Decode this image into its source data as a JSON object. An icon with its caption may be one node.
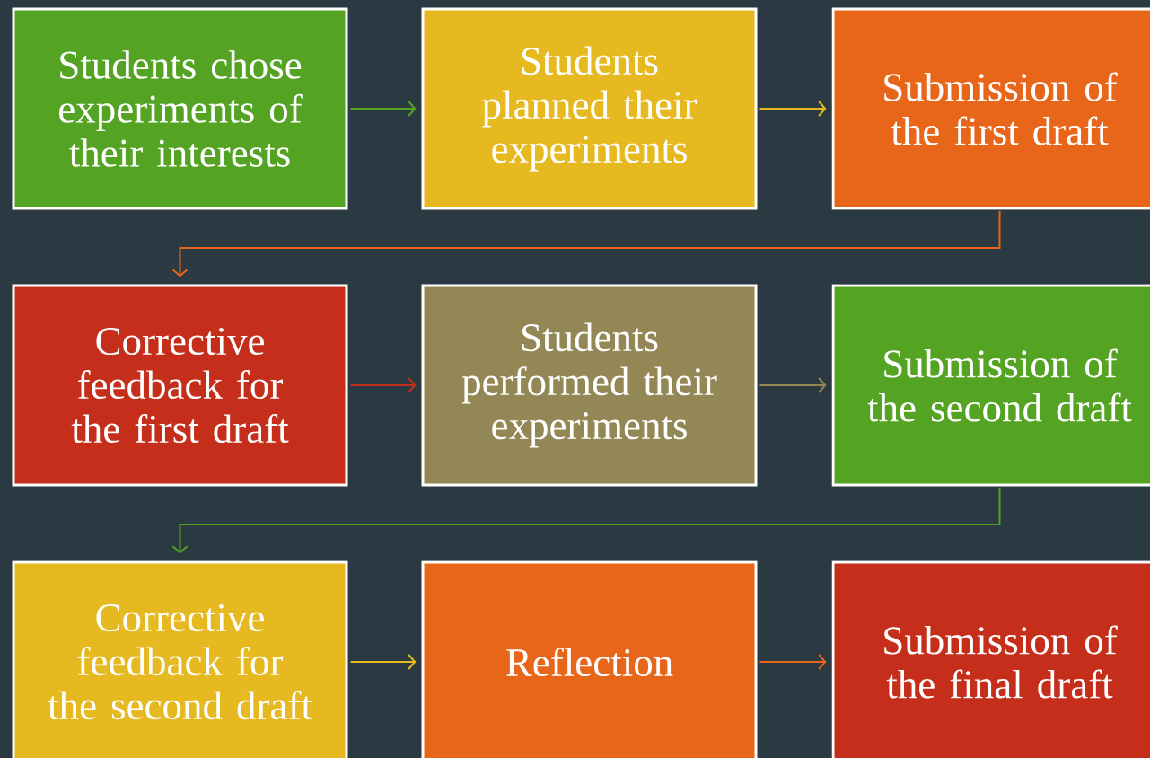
{
  "diagram": {
    "nodes": [
      {
        "text": [
          "Students chose experiments of their interests"
        ]
      },
      {
        "text": [
          "Students planned their experiments"
        ]
      },
      {
        "text": [
          "Submission of the first draft"
        ]
      },
      {
        "text": [
          "Corrective feedback for the first draft"
        ]
      },
      {
        "text": [
          "Students performed their experiments"
        ]
      },
      {
        "text": [
          "Submission of the second draft"
        ]
      },
      {
        "text": [
          "Corrective feedback for the second draft"
        ]
      },
      {
        "text": [
          "Reflection"
        ]
      },
      {
        "text": [
          "Submission of the final draft"
        ]
      }
    ],
    "edges": [
      {
        "from": 0,
        "to": 1,
        "arrow": "to",
        "color": "#55a323"
      },
      {
        "from": 1,
        "to": 2,
        "arrow": "to",
        "color": "#e5b91f"
      },
      {
        "from": 2,
        "to": 3,
        "arrow": "to",
        "color": "#e8661a"
      },
      {
        "from": 3,
        "to": 4,
        "arrow": "to",
        "color": "#c42e1a"
      },
      {
        "from": 4,
        "to": 5,
        "arrow": "to",
        "color": "#938755"
      },
      {
        "from": 5,
        "to": 6,
        "arrow": "to",
        "color": "#55a323"
      },
      {
        "from": 6,
        "to": 7,
        "arrow": "to",
        "color": "#e5b91f"
      },
      {
        "from": 7,
        "to": 8,
        "arrow": "to",
        "color": "#e8661a"
      }
    ]
  }
}
